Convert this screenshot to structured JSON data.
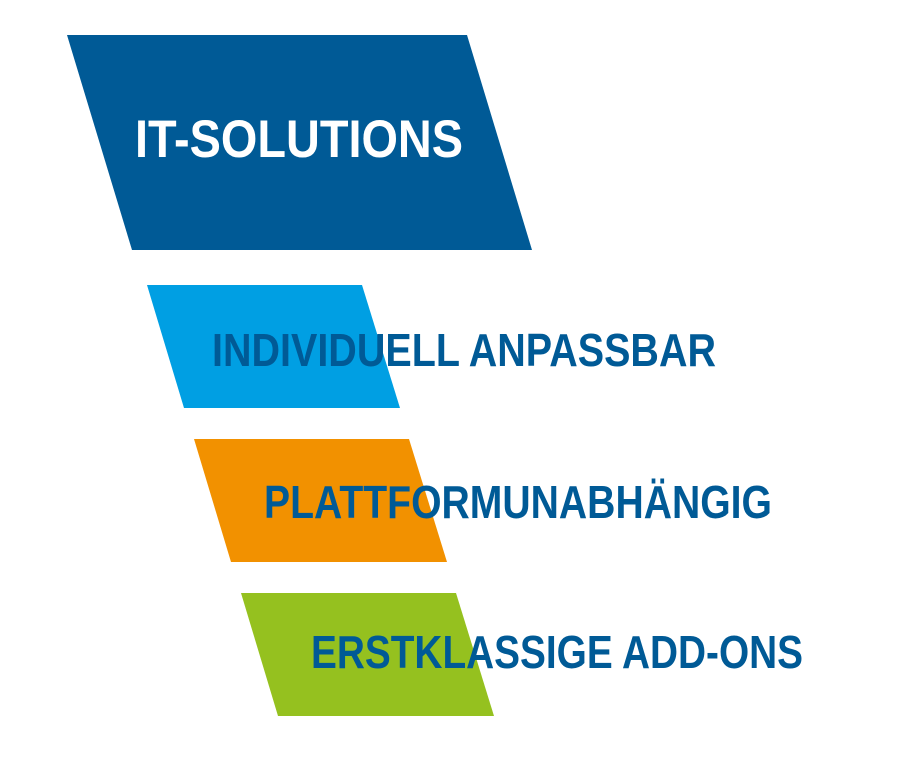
{
  "title": "IT-SOLUTIONS",
  "features": [
    {
      "label": "INDIVIDUELL ANPASSBAR",
      "color": "#009fe3"
    },
    {
      "label": "PLATTFORMUNABHÄNGIG",
      "color": "#f29100"
    },
    {
      "label": "ERSTKLASSIGE ADD-ONS",
      "color": "#95c11f"
    }
  ],
  "colors": {
    "primary": "#005a96",
    "title_text": "#ffffff",
    "feature_text": "#005a96"
  }
}
